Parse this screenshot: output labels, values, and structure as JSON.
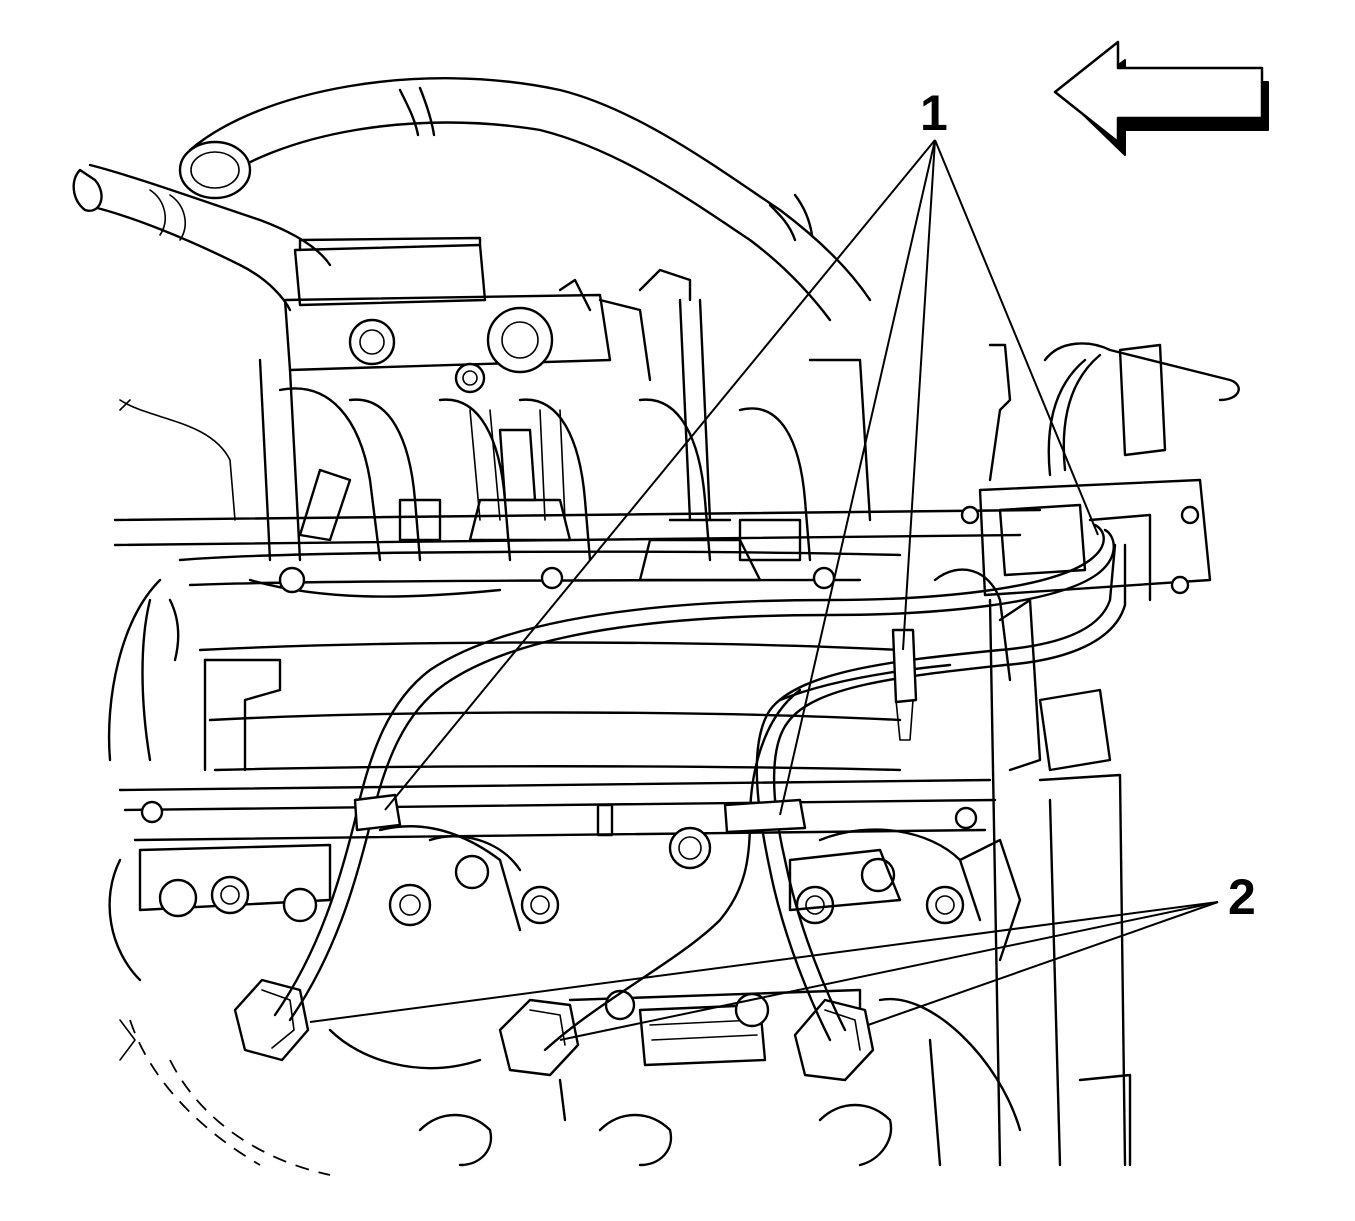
{
  "callouts": [
    {
      "id": "1",
      "label": "1"
    },
    {
      "id": "2",
      "label": "2"
    }
  ],
  "direction_indicator": {
    "icon": "arrow-left-icon"
  },
  "colors": {
    "ink": "#000000",
    "paper": "#ffffff"
  }
}
